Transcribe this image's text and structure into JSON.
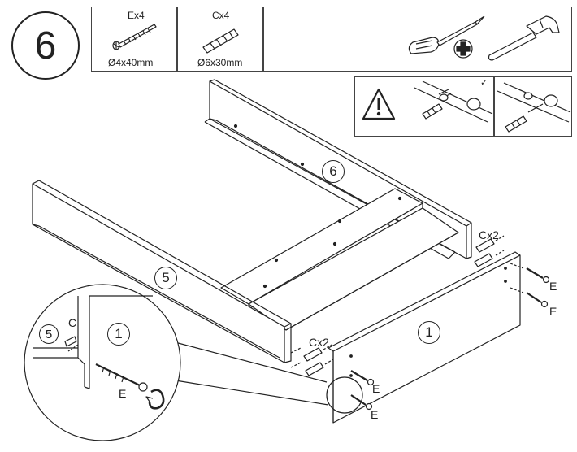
{
  "step": {
    "number": "6"
  },
  "parts": [
    {
      "code_count": "Ex4",
      "size": "Ø4x40mm",
      "icon": "screw-icon"
    },
    {
      "code_count": "Cx4",
      "size": "Ø6x30mm",
      "icon": "dowel-icon"
    }
  ],
  "tools": [
    {
      "icon": "screwdriver-icon"
    },
    {
      "icon": "phillips-cross-icon"
    },
    {
      "icon": "hammer-icon"
    }
  ],
  "warning": {
    "icon": "warning-triangle-icon",
    "ok_mark": "✓"
  },
  "panels": {
    "p6": "6",
    "p5": "5",
    "p1_main": "1",
    "p1_zoom": "1",
    "p5_zoom": "5"
  },
  "fasteners": {
    "dowels_right": "Cx2",
    "dowels_front": "Cx2",
    "screw_e1": "E",
    "screw_e2": "E",
    "screw_e3": "E",
    "screw_e4": "E",
    "zoom_screw": "E",
    "zoom_dowel": "C"
  }
}
